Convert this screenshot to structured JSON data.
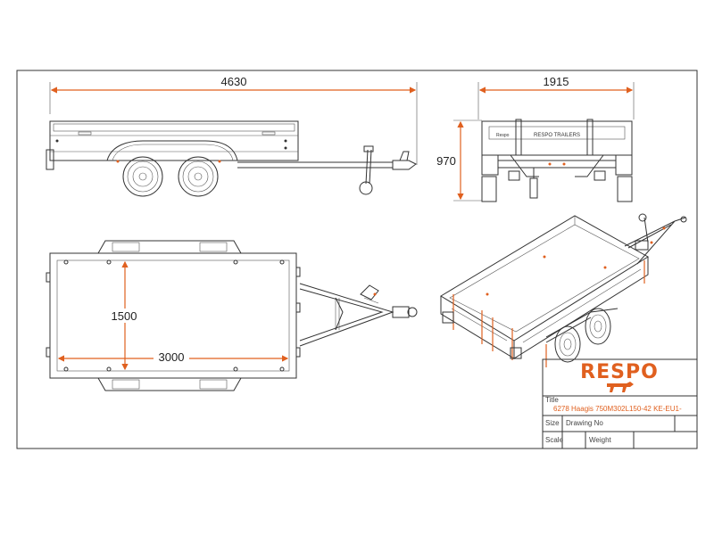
{
  "dimensions": {
    "side_length": "4630",
    "rear_width": "1915",
    "rear_height": "970",
    "top_width": "1500",
    "top_length": "3000"
  },
  "title_block": {
    "brand": "RESPO",
    "title_label": "Title",
    "title_value": "6278 Haagis 750M302L150-42 KE-EU1-",
    "size_label": "Size",
    "drawing_no_label": "Drawing No",
    "scale_label": "Scale",
    "weight_label": "Weight"
  },
  "rear_view": {
    "banner_text": "RESPO TRAILERS",
    "small_label": "Respo"
  },
  "colors": {
    "line": "#333333",
    "accent": "#e0601f"
  }
}
